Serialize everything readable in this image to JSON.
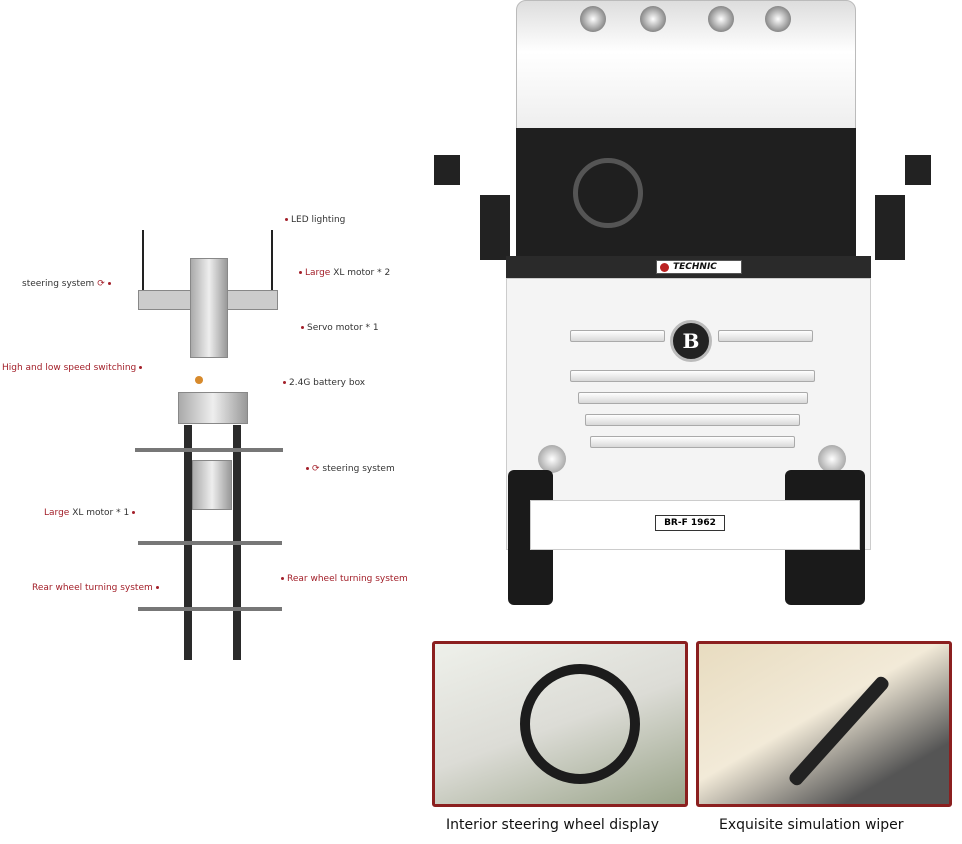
{
  "diagram": {
    "labels": {
      "led_lighting": "LED lighting",
      "large_xl_motor_2_a": "Large",
      "large_xl_motor_2_b": "XL motor * 2",
      "steering_left": "steering system",
      "servo_motor": "Servo motor * 1",
      "speed_switching": "High and low speed switching",
      "battery_box": "2.4G battery box",
      "steering_right": "steering system",
      "large_xl_motor_1_a": "Large",
      "large_xl_motor_1_b": "XL motor * 1",
      "rear_wheel_right": "Rear wheel turning system",
      "rear_wheel_left": "Rear wheel turning system"
    }
  },
  "truck": {
    "badge": "TECHNIC",
    "plate": "BR-F 1962",
    "logo": "B"
  },
  "insets": [
    {
      "caption": "Interior steering wheel display"
    },
    {
      "caption": "Exquisite simulation wiper"
    }
  ],
  "colors": {
    "accent": "#a3202a",
    "frame": "#8b1f1f"
  }
}
